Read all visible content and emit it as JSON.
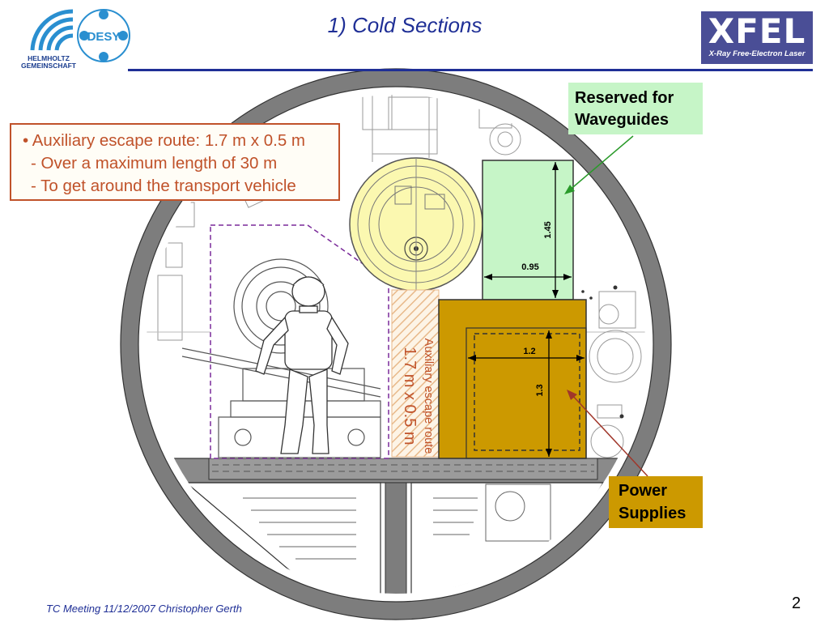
{
  "slide": {
    "title": "1) Cold Sections",
    "footer": "TC Meeting 11/12/2007 Christopher Gerth",
    "page_number": "2"
  },
  "logos": {
    "helmholtz_line1": "HELMHOLTZ",
    "helmholtz_line2": "GEMEINSCHAFT",
    "desy": "DESY",
    "xfel": "XFEL",
    "xfel_subtitle": "X-Ray Free-Electron Laser"
  },
  "callouts": {
    "escape_route": {
      "line1": "• Auxiliary escape route: 1.7 m x 0.5 m",
      "line2": "- Over a maximum length of 30 m",
      "line3": "- To get around the transport vehicle"
    },
    "waveguides": {
      "line1": "Reserved for",
      "line2": "Waveguides"
    },
    "power_supplies": {
      "line1": "Power",
      "line2": "Supplies"
    }
  },
  "drawing": {
    "escape_label_small": "Auxiliary escape route",
    "escape_label_large": "1.7 m x 0.5 m",
    "dim_waveguide_height": "1.45",
    "dim_waveguide_width": "0.95",
    "dim_power_width": "1.2",
    "dim_power_height": "1.3"
  },
  "colors": {
    "title_blue": "#1f2f96",
    "escape_orange": "#c0522a",
    "waveguide_green": "#c6f5c7",
    "power_gold": "#cc9900",
    "cryomodule_yellow": "#fbf8b0",
    "tunnel_wall_grey": "#7a7a7a"
  }
}
